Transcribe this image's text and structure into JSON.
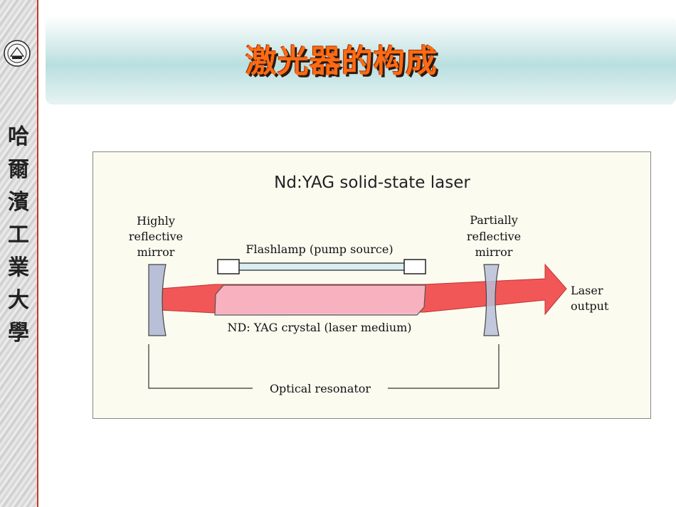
{
  "slide": {
    "title": "激光器的构成"
  },
  "sidebar": {
    "university_chars": [
      "哈",
      "爾",
      "濱",
      "工",
      "業",
      "大",
      "學"
    ]
  },
  "diagram": {
    "title": "Nd:YAG solid-state laser",
    "left_mirror_label": [
      "Highly",
      "reflective",
      "mirror"
    ],
    "right_mirror_label": [
      "Partially",
      "reflective",
      "mirror"
    ],
    "flashlamp_label": "Flashlamp (pump source)",
    "crystal_label": "ND: YAG crystal (laser medium)",
    "output_label": [
      "Laser",
      "output"
    ],
    "resonator_label": "Optical resonator",
    "colors": {
      "beam": "#f25757",
      "crystal": "#f7b8c8",
      "mirror": "#b8c0d8",
      "flashlamp": "#d8eef0"
    }
  }
}
